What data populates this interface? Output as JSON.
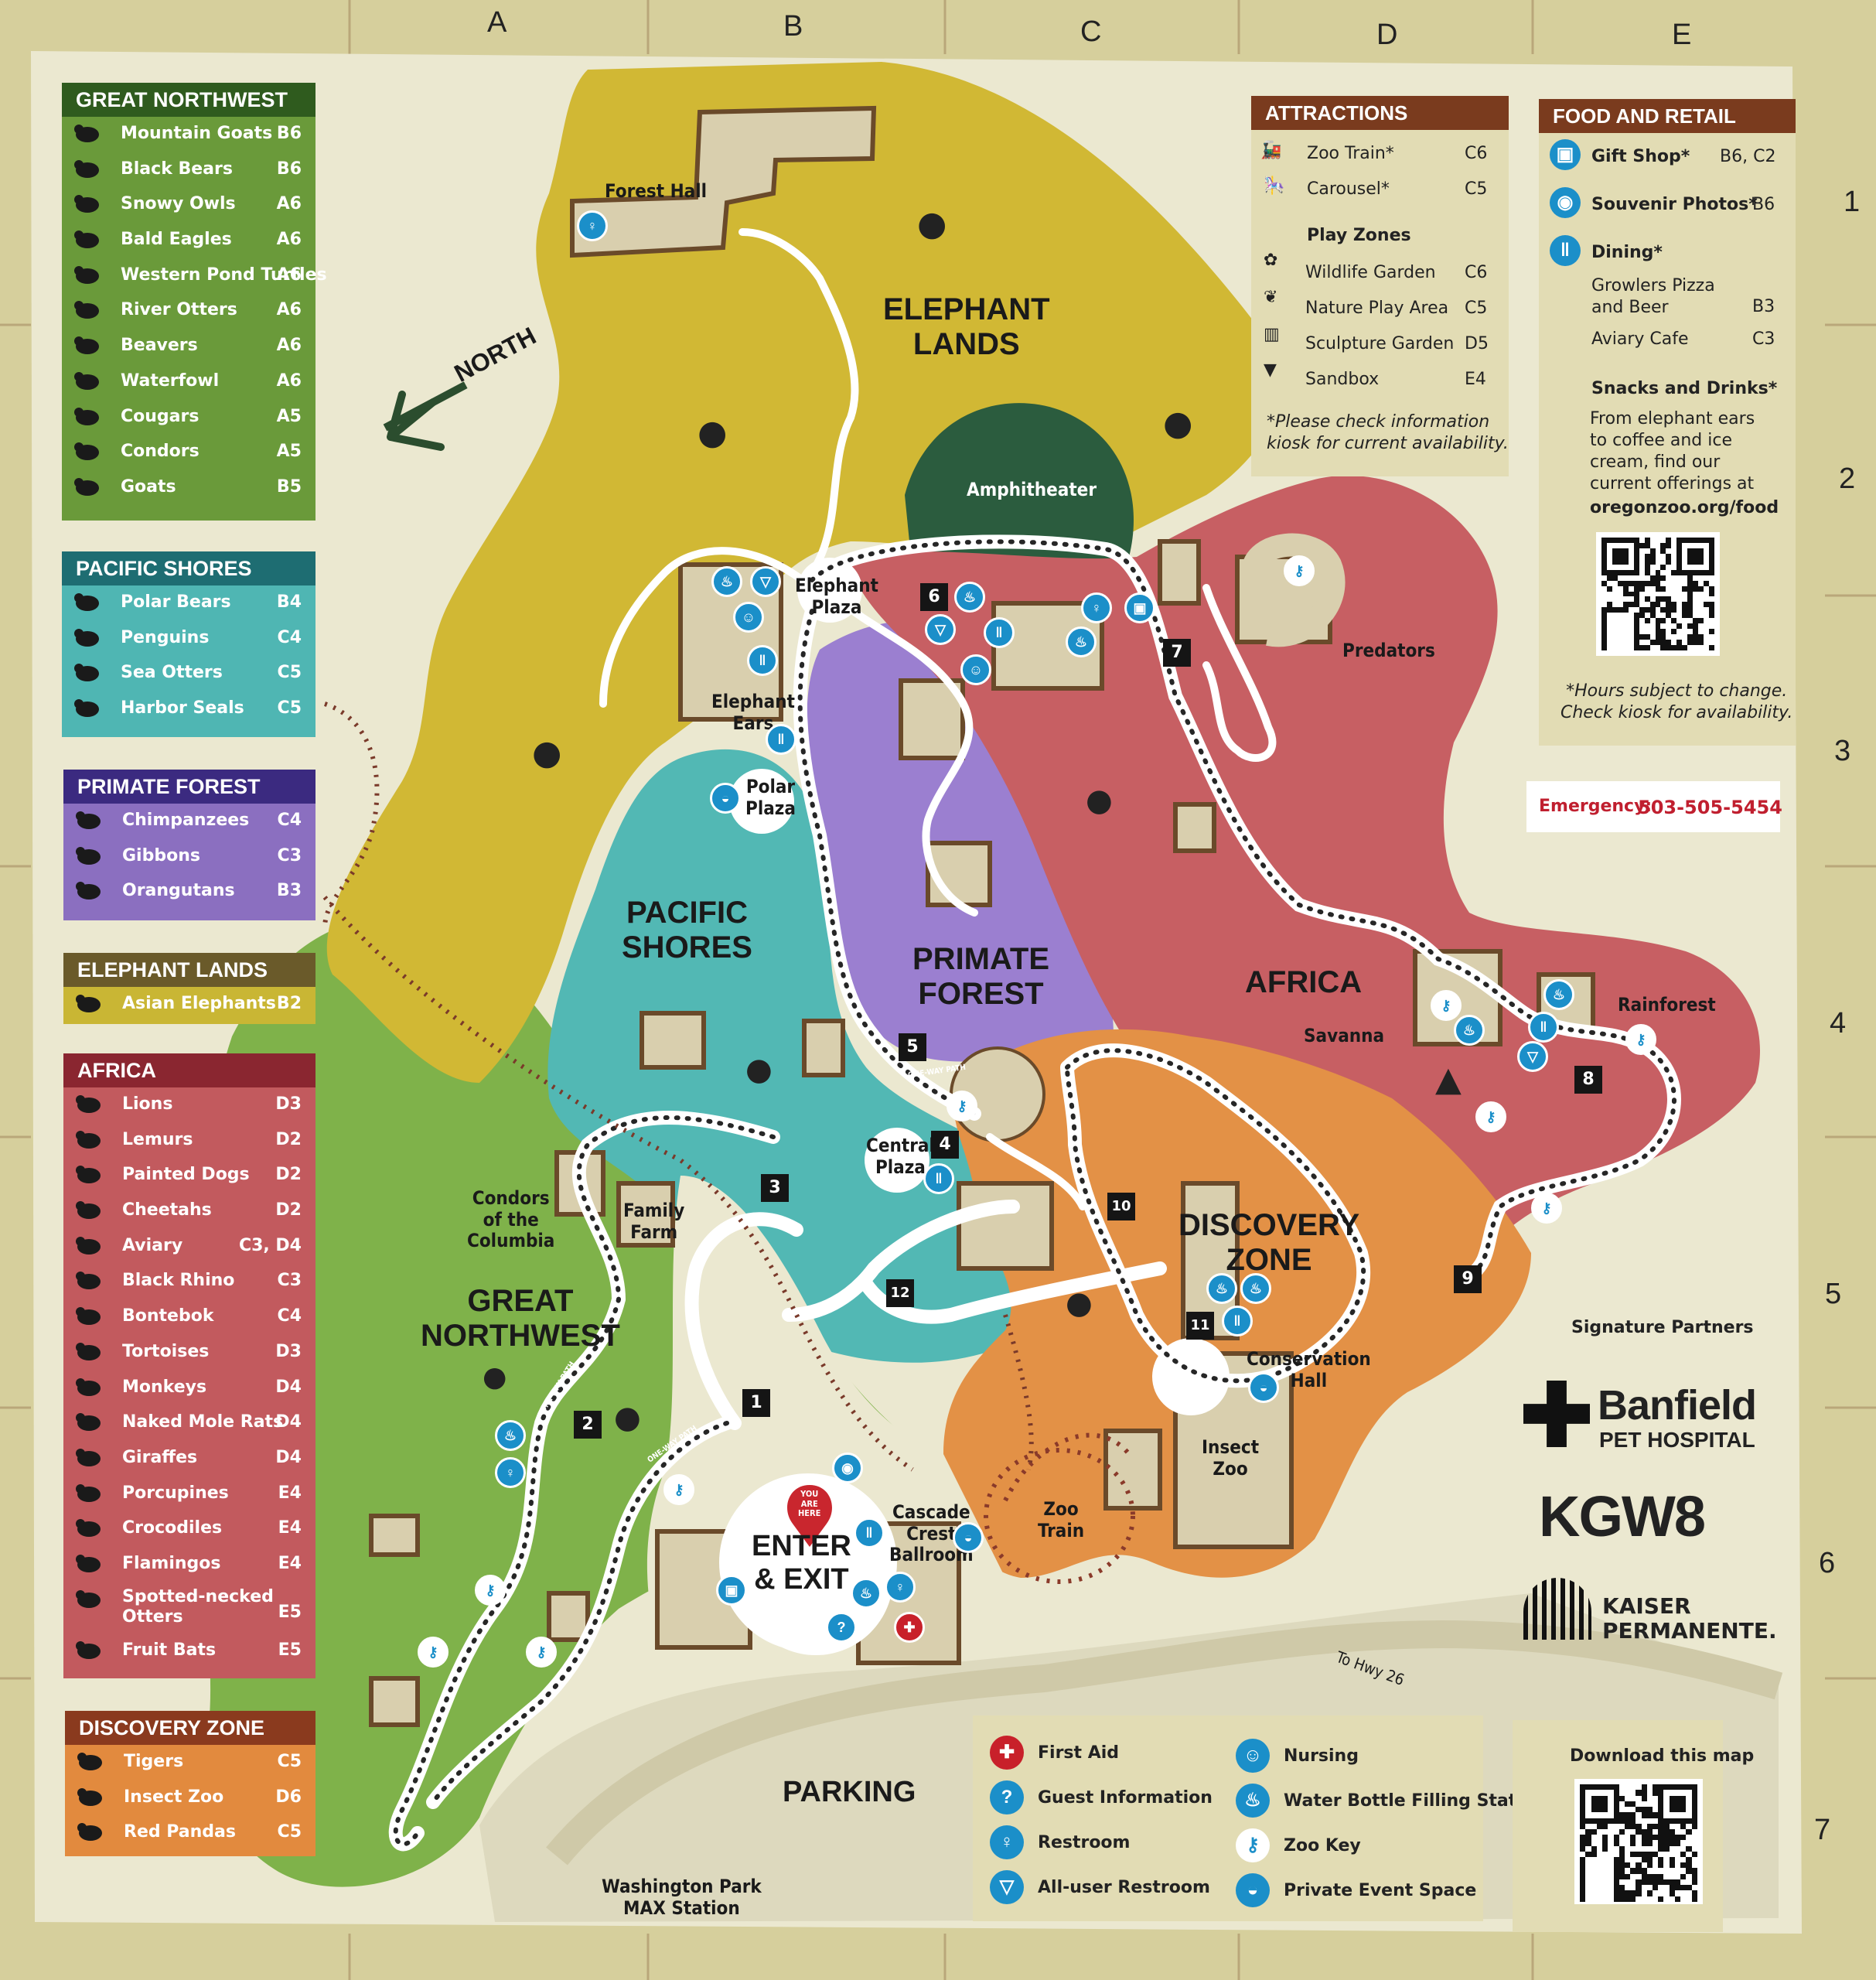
{
  "grid": {
    "columns": [
      "A",
      "B",
      "C",
      "D",
      "E"
    ],
    "rows": [
      "1",
      "2",
      "3",
      "4",
      "5",
      "6",
      "7"
    ]
  },
  "north_label": "NORTH",
  "legend_sections": [
    {
      "title": "GREAT NORTHWEST",
      "color": "#6a9a3a",
      "title_color": "#2f5b1e",
      "items": [
        {
          "name": "Mountain Goats",
          "grid": "B6",
          "icon": "goat-icon"
        },
        {
          "name": "Black Bears",
          "grid": "B6",
          "icon": "bear-icon"
        },
        {
          "name": "Snowy Owls",
          "grid": "A6",
          "icon": "owl-icon"
        },
        {
          "name": "Bald Eagles",
          "grid": "A6",
          "icon": "eagle-icon"
        },
        {
          "name": "Western Pond Turtles",
          "grid": "A6",
          "icon": "turtle-icon"
        },
        {
          "name": "River Otters",
          "grid": "A6",
          "icon": "otter-icon"
        },
        {
          "name": "Beavers",
          "grid": "A6",
          "icon": "beaver-icon"
        },
        {
          "name": "Waterfowl",
          "grid": "A6",
          "icon": "duck-icon"
        },
        {
          "name": "Cougars",
          "grid": "A5",
          "icon": "cougar-icon"
        },
        {
          "name": "Condors",
          "grid": "A5",
          "icon": "condor-icon"
        },
        {
          "name": "Goats",
          "grid": "B5",
          "icon": "goat-icon"
        }
      ]
    },
    {
      "title": "PACIFIC SHORES",
      "color": "#4fb6b3",
      "title_color": "#1e6d72",
      "items": [
        {
          "name": "Polar Bears",
          "grid": "B4",
          "icon": "polar-bear-icon"
        },
        {
          "name": "Penguins",
          "grid": "C4",
          "icon": "penguin-icon"
        },
        {
          "name": "Sea Otters",
          "grid": "C5",
          "icon": "sea-otter-icon"
        },
        {
          "name": "Harbor Seals",
          "grid": "C5",
          "icon": "seal-icon"
        }
      ]
    },
    {
      "title": "PRIMATE FOREST",
      "color": "#8b6fc0",
      "title_color": "#3b2a80",
      "items": [
        {
          "name": "Chimpanzees",
          "grid": "C4",
          "icon": "chimpanzee-icon"
        },
        {
          "name": "Gibbons",
          "grid": "C3",
          "icon": "gibbon-icon"
        },
        {
          "name": "Orangutans",
          "grid": "B3",
          "icon": "orangutan-icon"
        }
      ]
    },
    {
      "title": "ELEPHANT LANDS",
      "color": "#c9b634",
      "title_color": "#6a5a2a",
      "items": [
        {
          "name": "Asian Elephants",
          "grid": "B2",
          "icon": "elephant-icon"
        }
      ]
    },
    {
      "title": "AFRICA",
      "color": "#c25a5e",
      "title_color": "#8a2630",
      "items": [
        {
          "name": "Lions",
          "grid": "D3",
          "icon": "lion-icon"
        },
        {
          "name": "Lemurs",
          "grid": "D2",
          "icon": "lemur-icon"
        },
        {
          "name": "Painted Dogs",
          "grid": "D2",
          "icon": "dog-icon"
        },
        {
          "name": "Cheetahs",
          "grid": "D2",
          "icon": "cheetah-icon"
        },
        {
          "name": "Aviary",
          "grid": "C3, D4",
          "icon": "bird-icon"
        },
        {
          "name": "Black Rhino",
          "grid": "C3",
          "icon": "rhino-icon"
        },
        {
          "name": "Bontebok",
          "grid": "C4",
          "icon": "antelope-icon"
        },
        {
          "name": "Tortoises",
          "grid": "D3",
          "icon": "tortoise-icon"
        },
        {
          "name": "Monkeys",
          "grid": "D4",
          "icon": "monkey-icon"
        },
        {
          "name": "Naked Mole Rats",
          "grid": "D4",
          "icon": "mole-rat-icon"
        },
        {
          "name": "Giraffes",
          "grid": "D4",
          "icon": "giraffe-icon"
        },
        {
          "name": "Porcupines",
          "grid": "E4",
          "icon": "porcupine-icon"
        },
        {
          "name": "Crocodiles",
          "grid": "E4",
          "icon": "crocodile-icon"
        },
        {
          "name": "Flamingos",
          "grid": "E4",
          "icon": "flamingo-icon"
        },
        {
          "name": "Spotted-necked\nOtters",
          "grid": "E5",
          "icon": "otter-icon"
        },
        {
          "name": "Fruit Bats",
          "grid": "E5",
          "icon": "bat-icon"
        }
      ]
    },
    {
      "title": "DISCOVERY ZONE",
      "color": "#e28a3e",
      "title_color": "#8a3a1e",
      "items": [
        {
          "name": "Tigers",
          "grid": "C5",
          "icon": "tiger-icon"
        },
        {
          "name": "Insect Zoo",
          "grid": "D6",
          "icon": "insect-icon"
        },
        {
          "name": "Red Pandas",
          "grid": "C5",
          "icon": "red-panda-icon"
        }
      ]
    }
  ],
  "attractions": {
    "title": "ATTRACTIONS",
    "items": [
      {
        "name": "Zoo Train*",
        "grid": "C6",
        "icon": "train-icon"
      },
      {
        "name": "Carousel*",
        "grid": "C5",
        "icon": "carousel-icon"
      }
    ],
    "play_zones_title": "Play Zones",
    "play_zones": [
      {
        "name": "Wildlife Garden",
        "grid": "C6",
        "icon": "flower-icon"
      },
      {
        "name": "Nature Play Area",
        "grid": "C5",
        "icon": "leaf-icon"
      },
      {
        "name": "Sculpture Garden",
        "grid": "D5",
        "icon": "pedestal-icon"
      },
      {
        "name": "Sandbox",
        "grid": "E4",
        "icon": "bucket-icon"
      }
    ],
    "note": "*Please check information\nkiosk for current availability."
  },
  "food_retail": {
    "title": "FOOD AND RETAIL",
    "gift_shop": {
      "name": "Gift Shop*",
      "grid": "B6, C2"
    },
    "photos": {
      "name": "Souvenir Photos*",
      "grid": "B6"
    },
    "dining": {
      "name": "Dining*"
    },
    "dining_items": [
      {
        "name": "Growlers Pizza\nand Beer",
        "grid": "B3"
      },
      {
        "name": "Aviary Cafe",
        "grid": "C3"
      }
    ],
    "snacks_title": "Snacks and Drinks*",
    "snacks_text": "From elephant ears\nto coffee and ice\ncream, find our\ncurrent offerings at",
    "snacks_url": "oregonzoo.org/food",
    "note": "*Hours subject to change.\nCheck kiosk for availability."
  },
  "emergency": {
    "label": "Emergency:",
    "number": "503-505-5454"
  },
  "sponsors": {
    "title": "Signature Partners",
    "banfield_1": "Banfield",
    "banfield_2": "PET HOSPITAL",
    "kgw": "KGW8",
    "kaiser_1": "KAISER",
    "kaiser_2": "PERMANENTE."
  },
  "key": {
    "items": [
      {
        "label": "First Aid",
        "icon": "first-aid-icon",
        "color": "#c8202a"
      },
      {
        "label": "Guest Information",
        "icon": "guest-info-icon",
        "color": "#1b8fc9"
      },
      {
        "label": "Restroom",
        "icon": "restroom-icon",
        "color": "#1b8fc9"
      },
      {
        "label": "All-user Restroom",
        "icon": "all-user-restroom-icon",
        "color": "#1b8fc9"
      },
      {
        "label": "Nursing",
        "icon": "nursing-icon",
        "color": "#1b8fc9"
      },
      {
        "label": "Water Bottle Filling Station",
        "icon": "water-bottle-icon",
        "color": "#1b8fc9"
      },
      {
        "label": "Zoo Key",
        "icon": "zoo-key-icon",
        "color": "#1b8fc9"
      },
      {
        "label": "Private Event Space",
        "icon": "event-space-icon",
        "color": "#1b8fc9"
      }
    ],
    "download": "Download this map"
  },
  "zones": {
    "elephant_lands": "ELEPHANT\nLANDS",
    "pacific_shores": "PACIFIC\nSHORES",
    "primate_forest": "PRIMATE\nFOREST",
    "africa": "AFRICA",
    "discovery_zone": "DISCOVERY\nZONE",
    "great_northwest": "GREAT\nNORTHWEST",
    "parking": "PARKING"
  },
  "places": {
    "forest_hall": "Forest Hall",
    "amphitheater": "Amphitheater",
    "elephant_plaza": "Elephant\nPlaza",
    "elephant_ears": "Elephant\nEars",
    "polar_plaza": "Polar\nPlaza",
    "predators": "Predators",
    "savanna": "Savanna",
    "rainforest": "Rainforest",
    "central_plaza": "Central\nPlaza",
    "condors": "Condors\nof the\nColumbia",
    "family_farm": "Family\nFarm",
    "conservation_hall": "Conservation\nHall",
    "insect_zoo": "Insect\nZoo",
    "zoo_train": "Zoo\nTrain",
    "cascade_crest": "Cascade\nCrest\nBallroom",
    "enter_exit": "ENTER\n& EXIT",
    "you_are_here": "YOU\nARE\nHERE",
    "max_station": "Washington Park\nMAX Station",
    "hwy": "To Hwy 26",
    "one_way_1": "ONE-WAY PATH",
    "one_way_2": "ONE-WAY PATH",
    "one_way_3": "ONE-WAY PATH"
  },
  "markers": [
    "1",
    "2",
    "3",
    "4",
    "5",
    "6",
    "7",
    "8",
    "9",
    "10",
    "11",
    "12"
  ]
}
